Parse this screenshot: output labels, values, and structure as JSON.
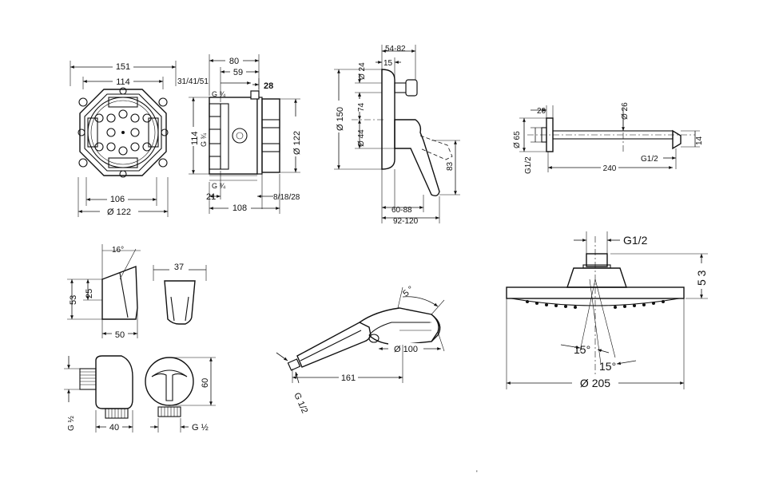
{
  "views": {
    "box_front": {
      "d151": "151",
      "d114": "114",
      "d106": "106",
      "dia122": "Ø 122"
    },
    "box_side": {
      "d80": "80",
      "d59": "59",
      "d31": "31/41/51",
      "d28": "28",
      "g34_top": "G ¾",
      "g34_left": "G ¾",
      "g34_bottom": "G ¾",
      "d114v": "114",
      "dia122v": "Ø 122",
      "d21": "21",
      "d8": "8/18/28",
      "d108": "108"
    },
    "mixer": {
      "d5482": "54-82",
      "d15": "15",
      "dia24": "Ø 24",
      "dia150": "Ø 150",
      "d74": "74",
      "dia44": "Ø 44",
      "d83": "83",
      "d6088": "60-88",
      "d92120": "92-120"
    },
    "spout": {
      "d20": "20",
      "dia65": "Ø 65",
      "g12v": "G1/2",
      "dia26": "Ø 26",
      "d14": "14",
      "g12": "G1/2",
      "d240": "240"
    },
    "holder": {
      "d16": "16°",
      "d53": "53",
      "d25": "25",
      "d50": "50",
      "d37": "37"
    },
    "outlet": {
      "g12v": "G ½",
      "d40": "40",
      "d60": "60",
      "g12": "G ½"
    },
    "hand_shower": {
      "d5deg": "5 °",
      "dia100": "Ø 100",
      "d161": "161",
      "g12": "G 1/2"
    },
    "overhead": {
      "g12": "G1/2",
      "d53": "5 3",
      "d15a": "15°",
      "d15b": "15°",
      "dia205": "Ø 205"
    },
    "footer_mark": "'"
  }
}
